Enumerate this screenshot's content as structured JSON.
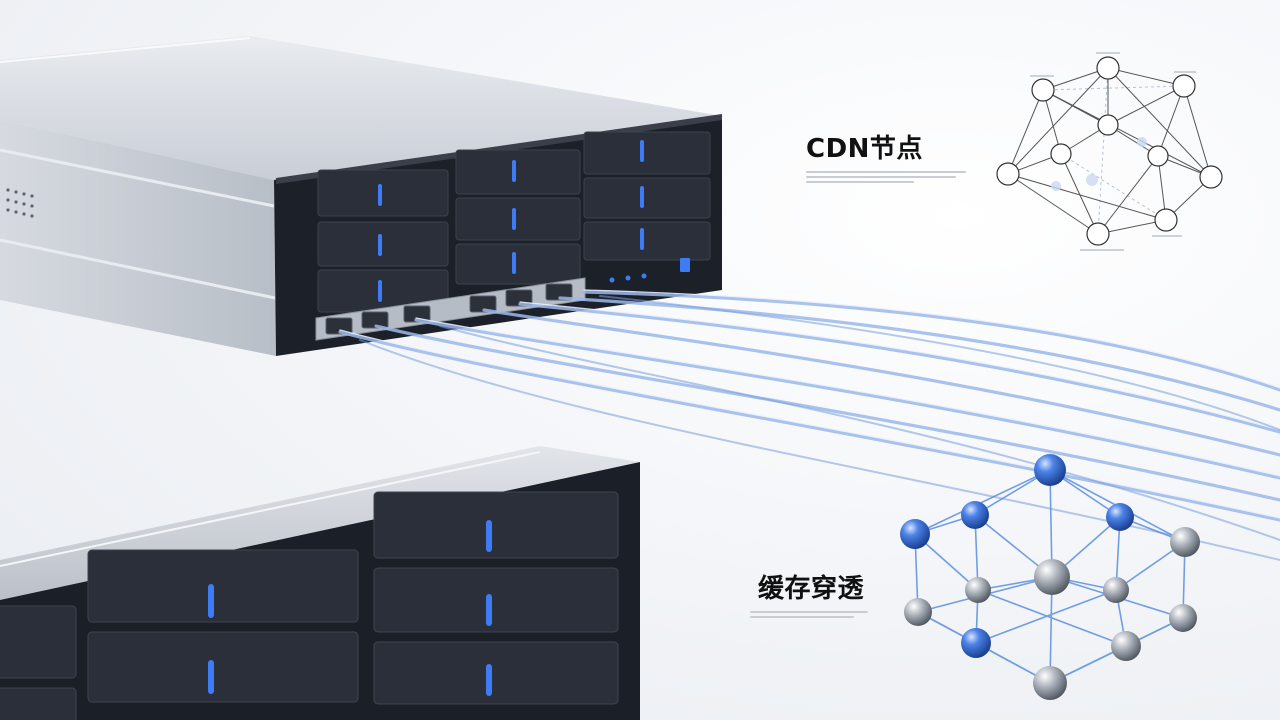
{
  "labels": {
    "cdn_node": "CDN节点",
    "cache_penetration": "缓存穿透"
  },
  "colors": {
    "chassis_dark": "#1c2029",
    "chassis_silver": "#c7ccd3",
    "led_blue": "#3d7cf5",
    "cable_blue": "#8fb1e8",
    "sphere_blue": "#2f67d8",
    "sphere_silver": "#9aa1ab"
  },
  "icons": [
    "server-rack",
    "network-cable",
    "network-topology-diagram",
    "molecule-node-graph"
  ]
}
